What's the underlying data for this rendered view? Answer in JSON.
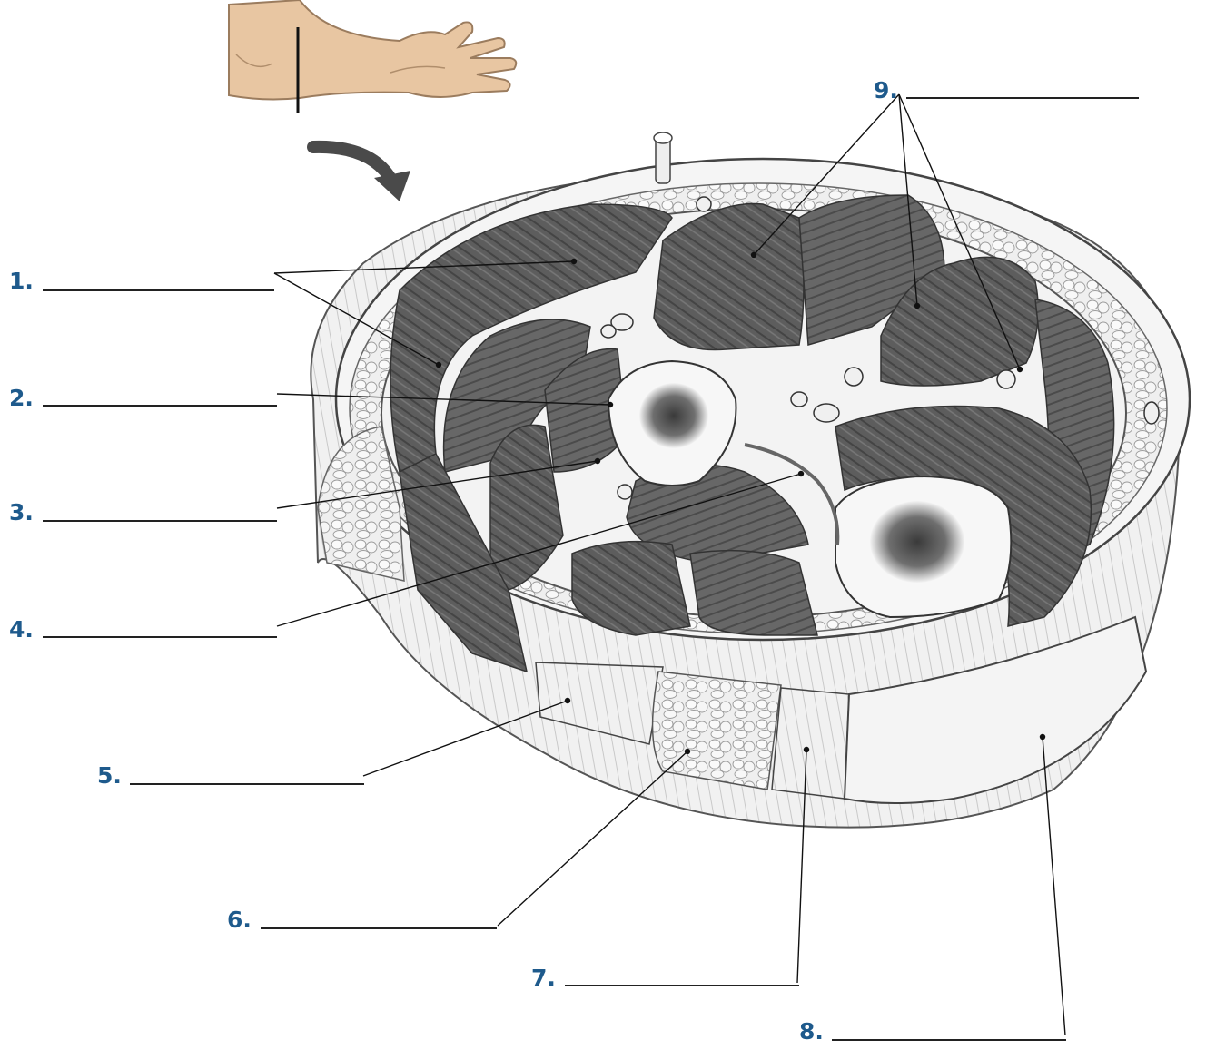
{
  "colors": {
    "label": "#1e5a8c",
    "line": "#1a1a1a",
    "muscle": "#5a5a5a",
    "skin": "#e9c8a5",
    "fat": "#eeeeee"
  },
  "figure": {
    "orientation_icon": "arm-with-cut-line-icon",
    "arrow_icon": "curved-arrow-icon"
  },
  "labels": [
    {
      "number": "1."
    },
    {
      "number": "2."
    },
    {
      "number": "3."
    },
    {
      "number": "4."
    },
    {
      "number": "5."
    },
    {
      "number": "6."
    },
    {
      "number": "7."
    },
    {
      "number": "8."
    },
    {
      "number": "9."
    }
  ]
}
